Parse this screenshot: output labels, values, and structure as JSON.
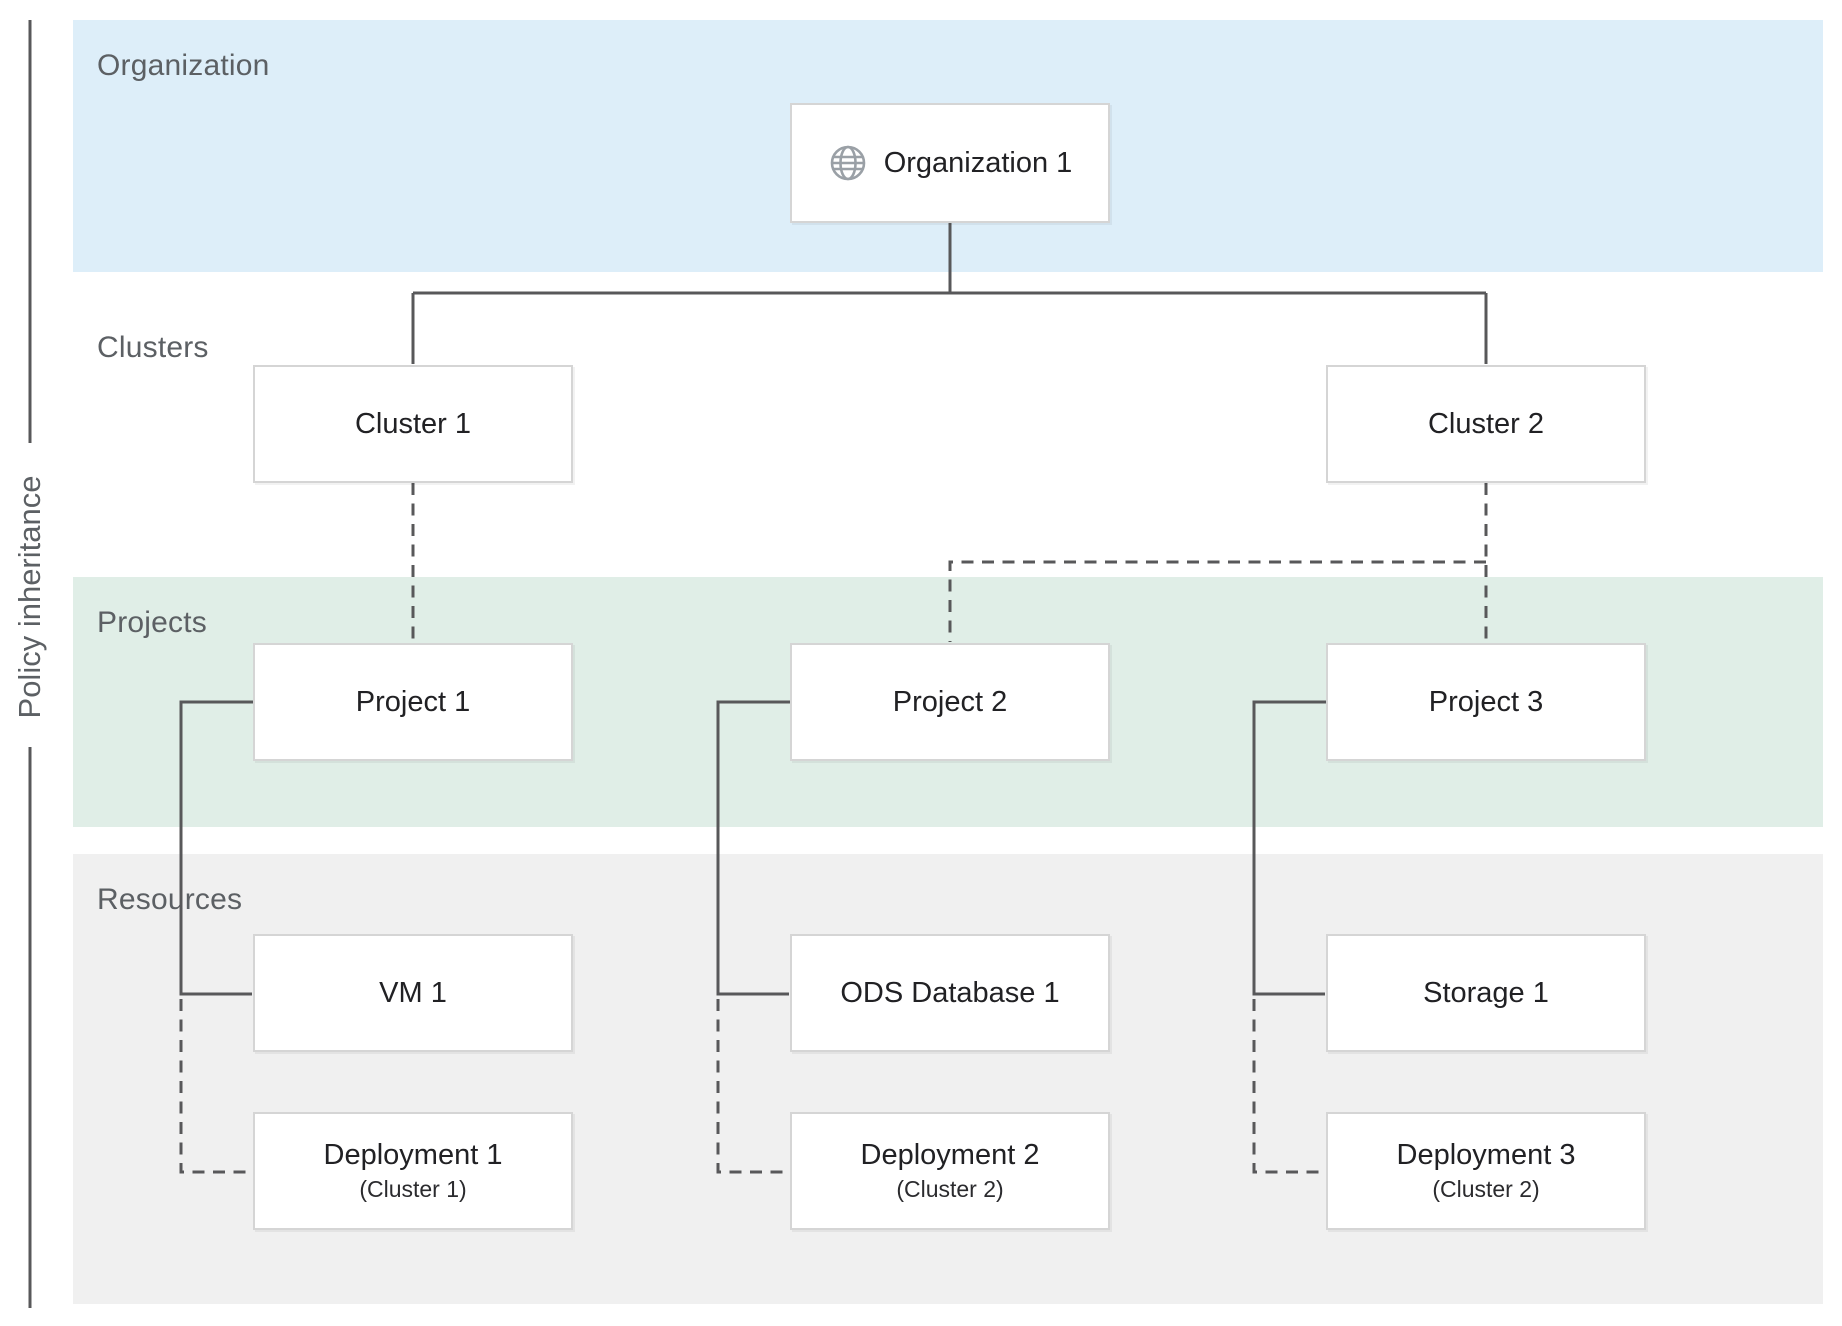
{
  "diagram": {
    "title_none_shown": "",
    "axis_label": "Policy inheritance",
    "bands": {
      "organization": {
        "label": "Organization",
        "color": "#ddeef9"
      },
      "clusters": {
        "label": "Clusters",
        "color": "#ffffff"
      },
      "projects": {
        "label": "Projects",
        "color": "#e0eee7"
      },
      "resources": {
        "label": "Resources",
        "color": "#f0f0f0"
      }
    },
    "nodes": {
      "organization_1": {
        "label": "Organization 1",
        "icon": "globe-icon"
      },
      "cluster_1": {
        "label": "Cluster 1"
      },
      "cluster_2": {
        "label": "Cluster 2"
      },
      "project_1": {
        "label": "Project 1"
      },
      "project_2": {
        "label": "Project 2"
      },
      "project_3": {
        "label": "Project 3"
      },
      "vm_1": {
        "label": "VM 1"
      },
      "ods_database_1": {
        "label": "ODS Database 1"
      },
      "storage_1": {
        "label": "Storage 1"
      },
      "deployment_1": {
        "label": "Deployment 1",
        "sublabel": "(Cluster 1)"
      },
      "deployment_2": {
        "label": "Deployment 2",
        "sublabel": "(Cluster 2)"
      },
      "deployment_3": {
        "label": "Deployment 3",
        "sublabel": "(Cluster 2)"
      }
    },
    "edges": [
      {
        "from": "organization_1",
        "to": "cluster_1",
        "style": "solid"
      },
      {
        "from": "organization_1",
        "to": "cluster_2",
        "style": "solid"
      },
      {
        "from": "cluster_1",
        "to": "project_1",
        "style": "dashed"
      },
      {
        "from": "cluster_2",
        "to": "project_2",
        "style": "dashed"
      },
      {
        "from": "cluster_2",
        "to": "project_3",
        "style": "dashed"
      },
      {
        "from": "project_1",
        "to": "vm_1",
        "style": "solid"
      },
      {
        "from": "project_1",
        "to": "deployment_1",
        "style": "dashed"
      },
      {
        "from": "project_2",
        "to": "ods_database_1",
        "style": "solid"
      },
      {
        "from": "project_2",
        "to": "deployment_2",
        "style": "dashed"
      },
      {
        "from": "project_3",
        "to": "storage_1",
        "style": "solid"
      },
      {
        "from": "project_3",
        "to": "deployment_3",
        "style": "dashed"
      }
    ],
    "colors": {
      "line": "#58585a",
      "arrow": "#4b4c4e",
      "band_label": "#5c6064",
      "node_text": "#212124",
      "node_border": "#d5d5d5",
      "node_bg": "#ffffff",
      "icon": "#9aa0a6"
    }
  }
}
